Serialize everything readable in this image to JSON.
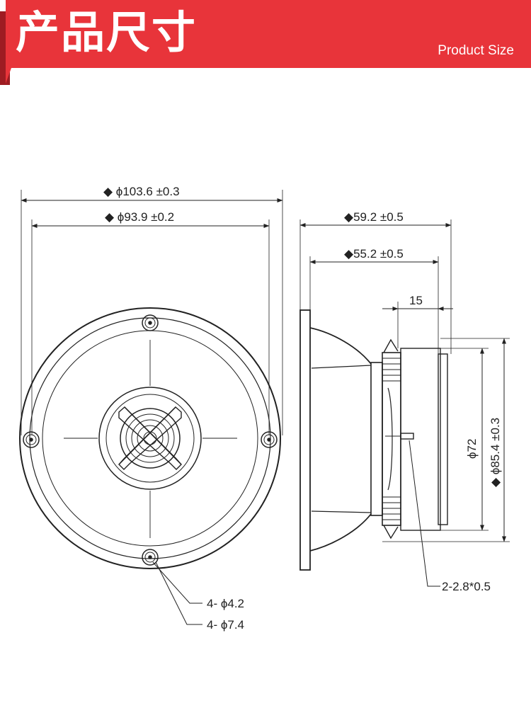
{
  "header": {
    "title": "产品尺寸",
    "subtitle": "Product Size",
    "banner_color": "#e8343a",
    "banner_shadow_color": "#9e1c22"
  },
  "front_view": {
    "outer_diameter_label": "◆ ϕ103.6 ±0.3",
    "mount_diameter_label": "◆ ϕ93.9 ±0.2",
    "hole_inner_label": "4- ϕ4.2",
    "hole_outer_label": "4- ϕ7.4"
  },
  "side_view": {
    "overall_depth_label": "◆59.2 ±0.5",
    "body_depth_label": "◆55.2 ±0.5",
    "magnet_depth_label": "15",
    "magnet_diameter_label": "ϕ72",
    "rear_diameter_label": "◆ ϕ85.4 ±0.3",
    "terminal_label": "2-2.8*0.5"
  }
}
